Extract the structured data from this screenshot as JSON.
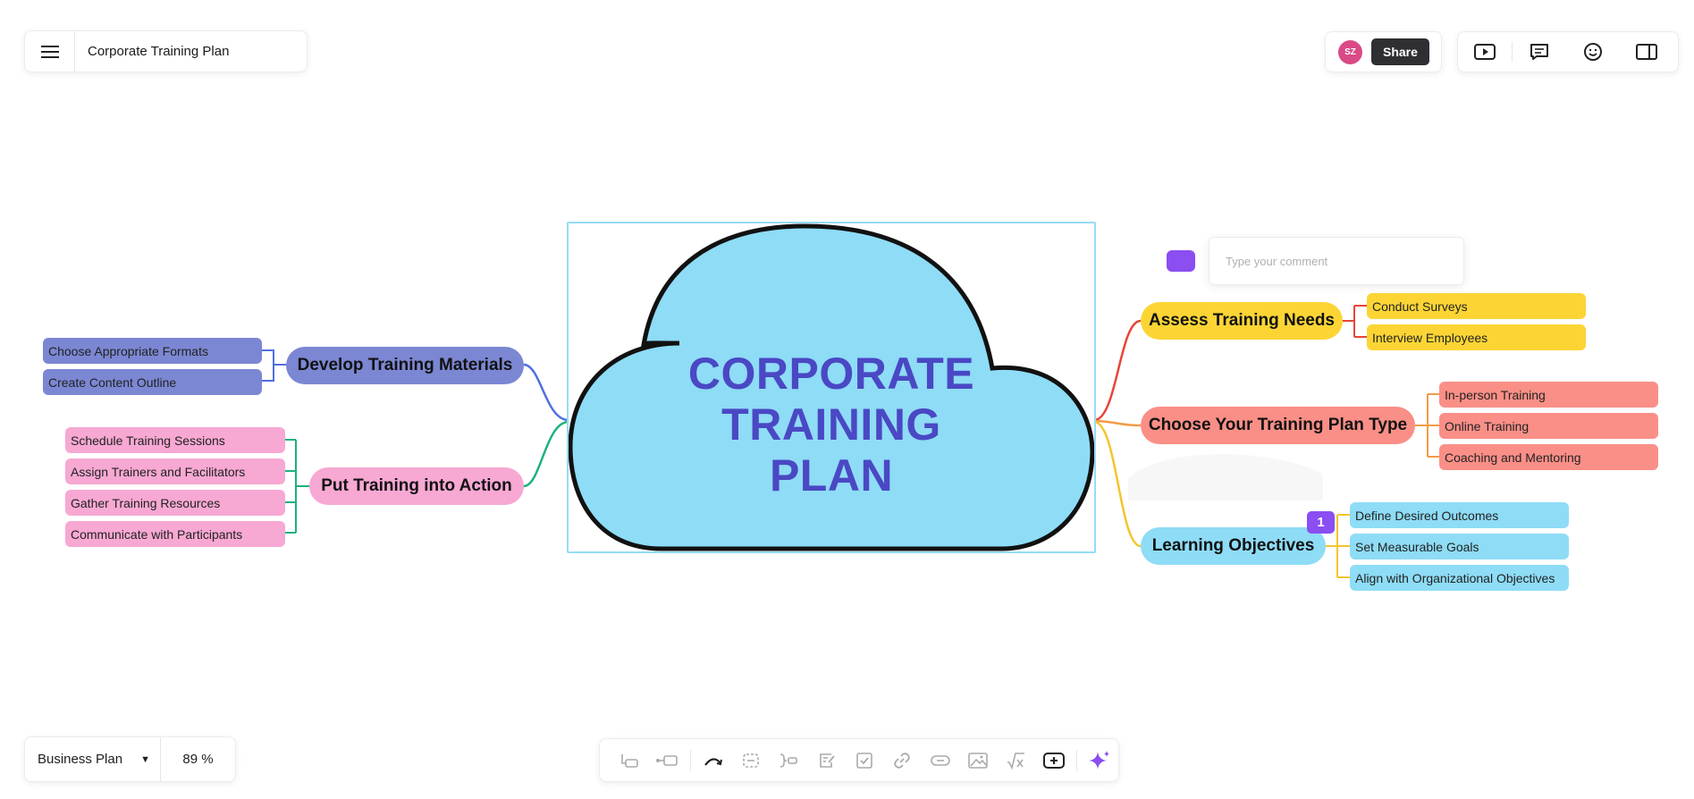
{
  "header": {
    "doc_title": "Corporate Training Plan",
    "avatar_initials": "SZ",
    "share_label": "Share"
  },
  "footer": {
    "template_name": "Business Plan",
    "zoom": "89 %"
  },
  "comment": {
    "placeholder": "Type your comment",
    "count": "1"
  },
  "colors": {
    "accent": "#8a4ef1",
    "cloud_fill": "#8edcf6",
    "center_text": "#4a48c4"
  },
  "mindmap": {
    "center": {
      "line1": "CORPORATE",
      "line2": "TRAINING",
      "line3": "PLAN"
    },
    "branches": {
      "develop": {
        "label": "Develop Training Materials",
        "items": [
          "Choose Appropriate Formats",
          "Create Content Outline"
        ]
      },
      "action": {
        "label": "Put Training into Action",
        "items": [
          "Schedule Training Sessions",
          "Assign Trainers and Facilitators",
          "Gather Training Resources",
          "Communicate with Participants"
        ]
      },
      "assess": {
        "label": "Assess Training Needs",
        "items": [
          "Conduct Surveys",
          "Interview Employees"
        ]
      },
      "type": {
        "label": "Choose Your Training Plan Type",
        "items": [
          "In-person Training",
          "Online Training",
          "Coaching and Mentoring"
        ]
      },
      "objectives": {
        "label": "Learning Objectives",
        "items": [
          "Define Desired Outcomes",
          "Set Measurable Goals",
          "Align with Organizational Objectives"
        ]
      }
    }
  }
}
